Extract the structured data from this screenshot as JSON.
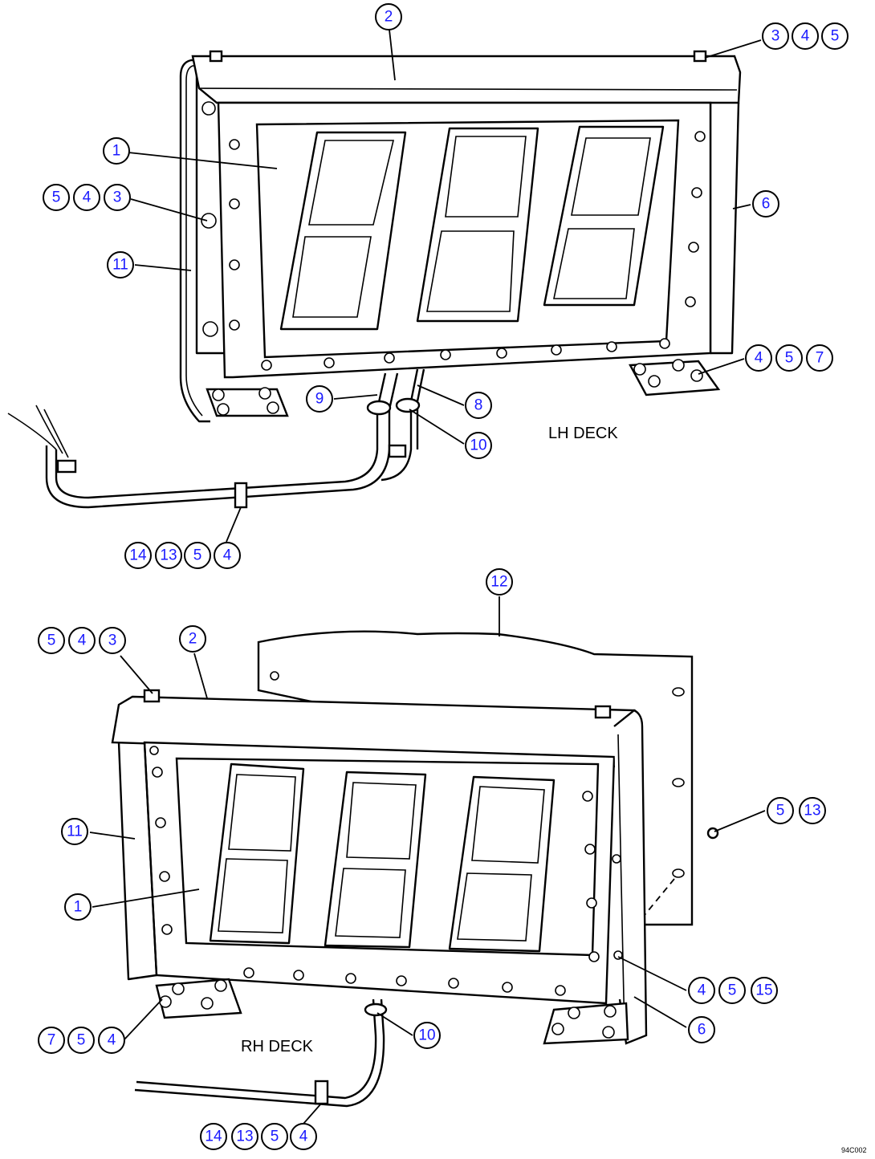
{
  "labels": {
    "lh_deck": "LH DECK",
    "rh_deck": "RH DECK",
    "figure_code": "94C002"
  },
  "colors": {
    "balloon_text": "#1a1aff",
    "line": "#000000"
  },
  "callouts": [
    {
      "group": "lh-top",
      "numbers": [
        "2"
      ]
    },
    {
      "group": "lh-top-right",
      "numbers": [
        "3",
        "4",
        "5"
      ]
    },
    {
      "group": "lh-face",
      "numbers": [
        "1"
      ]
    },
    {
      "group": "lh-left-bolt",
      "numbers": [
        "5",
        "4",
        "3"
      ]
    },
    {
      "group": "lh-left-rail",
      "numbers": [
        "11"
      ]
    },
    {
      "group": "lh-right-side",
      "numbers": [
        "6"
      ]
    },
    {
      "group": "lh-bracket",
      "numbers": [
        "4",
        "5",
        "7"
      ]
    },
    {
      "group": "lh-harness-9",
      "numbers": [
        "9"
      ]
    },
    {
      "group": "lh-harness-8",
      "numbers": [
        "8"
      ]
    },
    {
      "group": "lh-harness-10",
      "numbers": [
        "10"
      ]
    },
    {
      "group": "lh-clamp",
      "numbers": [
        "14",
        "13",
        "5",
        "4"
      ]
    },
    {
      "group": "rh-panel",
      "numbers": [
        "12"
      ]
    },
    {
      "group": "rh-top-left",
      "numbers": [
        "5",
        "4",
        "3"
      ]
    },
    {
      "group": "rh-top",
      "numbers": [
        "2"
      ]
    },
    {
      "group": "rh-left-rail",
      "numbers": [
        "11"
      ]
    },
    {
      "group": "rh-nut",
      "numbers": [
        "5",
        "13"
      ]
    },
    {
      "group": "rh-face",
      "numbers": [
        "1"
      ]
    },
    {
      "group": "rh-right-bolt",
      "numbers": [
        "4",
        "5",
        "15"
      ]
    },
    {
      "group": "rh-bracket",
      "numbers": [
        "7",
        "5",
        "4"
      ]
    },
    {
      "group": "rh-harness-10",
      "numbers": [
        "10"
      ]
    },
    {
      "group": "rh-right-side",
      "numbers": [
        "6"
      ]
    },
    {
      "group": "rh-clamp",
      "numbers": [
        "14",
        "13",
        "5",
        "4"
      ]
    }
  ]
}
